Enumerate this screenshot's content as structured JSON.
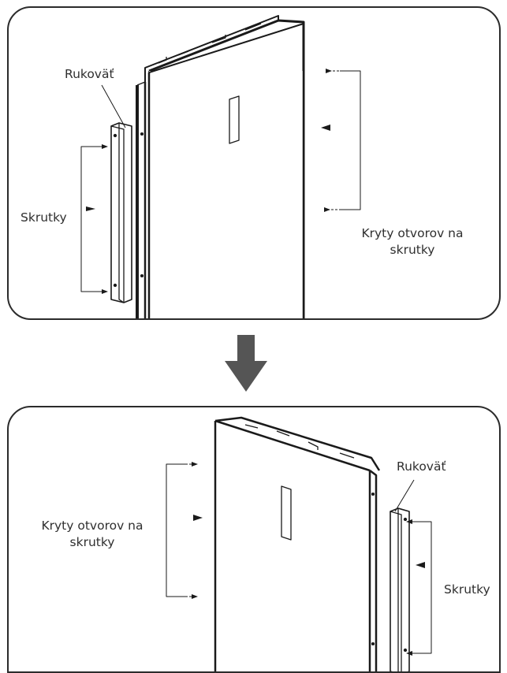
{
  "top_panel": {
    "handle_label": "Rukoväť",
    "screws_label": "Skrutky",
    "covers_label_line1": "Kryty otvorov na",
    "covers_label_line2": "skrutky"
  },
  "bottom_panel": {
    "handle_label": "Rukoväť",
    "screws_label": "Skrutky",
    "covers_label_line1": "Kryty otvorov na",
    "covers_label_line2": "skrutky"
  },
  "arrow_icon": "arrow-down-icon",
  "colors": {
    "line": "#1a1a1a",
    "arrow": "#555555",
    "frame": "#2b2b2b"
  }
}
